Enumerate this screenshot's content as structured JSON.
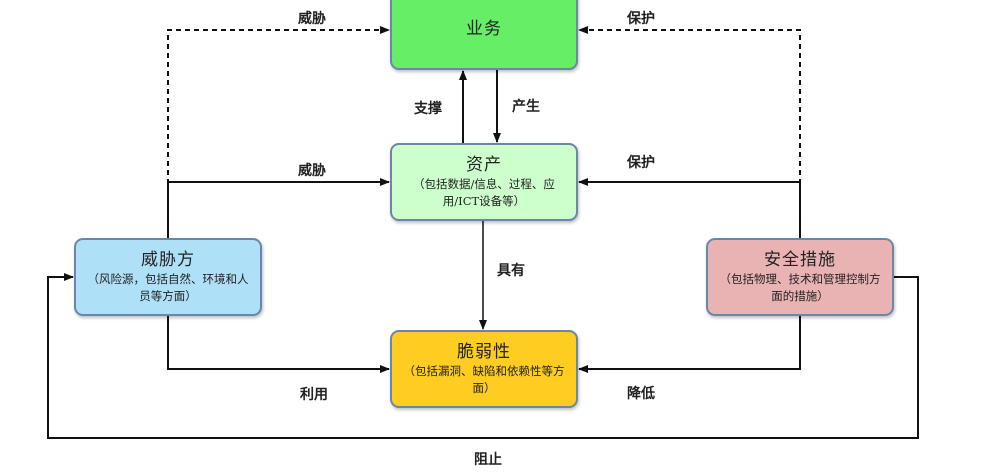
{
  "nodes": {
    "business": {
      "title": "业务",
      "desc": ""
    },
    "asset": {
      "title": "资产",
      "desc": "（包括数据/信息、过程、应用/ICT设备等）"
    },
    "threat": {
      "title": "威胁方",
      "desc": "（风险源，包括自然、环境和人员等方面）"
    },
    "measure": {
      "title": "安全措施",
      "desc": "（包括物理、技术和管理控制方面的措施）"
    },
    "vuln": {
      "title": "脆弱性",
      "desc": "（包括漏洞、缺陷和依赖性等方面）"
    }
  },
  "edges": {
    "threat_business": "威胁",
    "protect_business": "保护",
    "support": "支撑",
    "produce": "产生",
    "threat_asset": "威胁",
    "protect_asset": "保护",
    "has": "具有",
    "exploit": "利用",
    "reduce": "降低",
    "prevent": "阻止"
  },
  "colors": {
    "business": "#66ee66",
    "asset": "#ccffcc",
    "threat": "#aee0f8",
    "measure": "#e9b3b3",
    "vulnerability": "#ffcc22",
    "border": "#6b86a8",
    "line": "#111111"
  }
}
